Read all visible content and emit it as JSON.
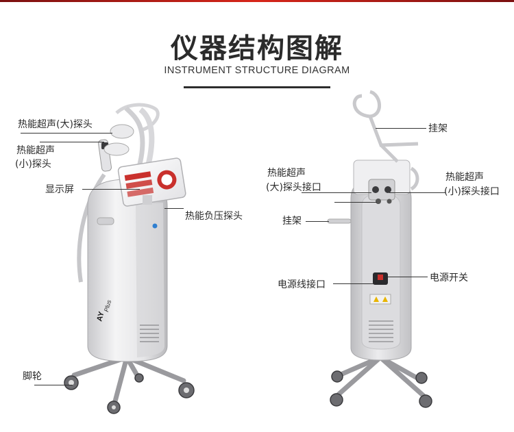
{
  "header": {
    "title": "仪器结构图解",
    "subtitle": "INSTRUMENT STRUCTURE DIAGRAM"
  },
  "front_labels": {
    "rf_large_probe": "热能超声(大)探头",
    "rf_small_probe_line1": "热能超声",
    "rf_small_probe_line2": "(小)探头",
    "display": "显示屏",
    "vacuum_probe": "热能负压探头",
    "casters": "脚轮"
  },
  "front_logo": "Plus",
  "back_labels": {
    "hanger_top": "挂架",
    "large_port_line1": "热能超声",
    "large_port_line2": "(大)探头接口",
    "small_port_line1": "热能超声",
    "small_port_line2": "(小)探头接口",
    "hanger_side": "挂架",
    "power_port": "电源线接口",
    "power_switch": "电源开关"
  },
  "colors": {
    "accent": "#d7261a",
    "title": "#2b2b2b",
    "body_shell": "#e8e8ea",
    "screen_red": "#c9302c"
  }
}
